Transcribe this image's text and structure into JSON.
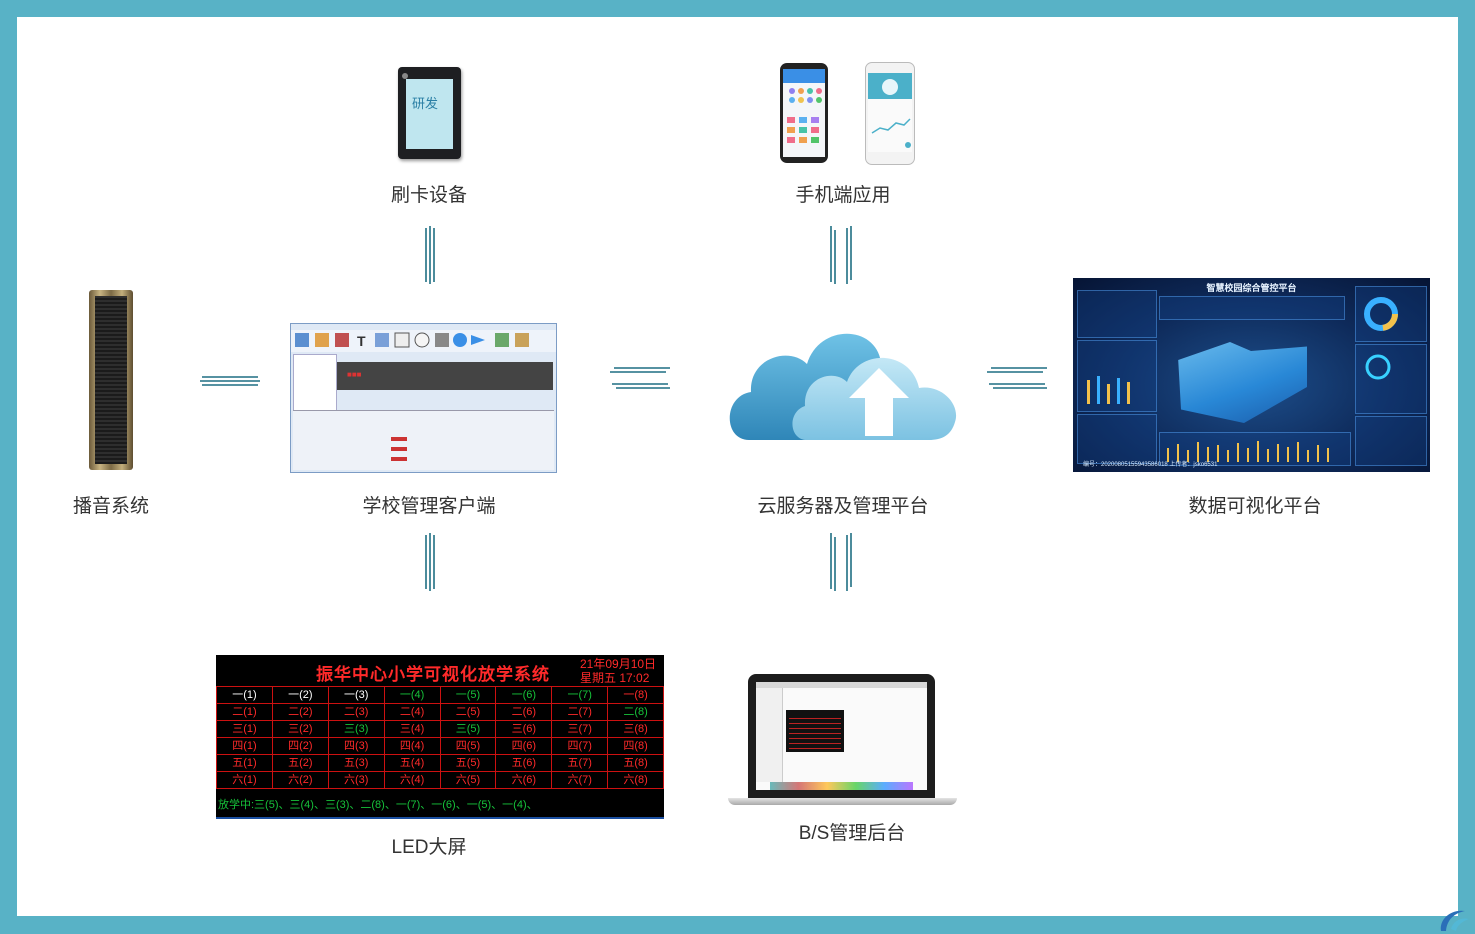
{
  "nodes": {
    "card_reader": {
      "label": "刷卡设备",
      "screen_text": "研发"
    },
    "mobile_app": {
      "label": "手机端应用"
    },
    "speaker": {
      "label": "播音系统"
    },
    "client": {
      "label": "学校管理客户端"
    },
    "cloud": {
      "label": "云服务器及管理平台"
    },
    "dashboard": {
      "label": "数据可视化平台",
      "title": "智慧校园综合管控平台",
      "footer": "编号：20200805155943586018  上传者：jsko6531"
    },
    "led": {
      "label": "LED大屏"
    },
    "bs": {
      "label": "B/S管理后台"
    }
  },
  "led_board": {
    "title": "振华中心小学可视化放学系统",
    "date": "21年09月10日",
    "weekday_time": "星期五  17:02",
    "rows": [
      [
        {
          "t": "一(1)",
          "c": "w"
        },
        {
          "t": "一(2)",
          "c": "w"
        },
        {
          "t": "一(3)",
          "c": "w"
        },
        {
          "t": "一(4)",
          "c": "g"
        },
        {
          "t": "一(5)",
          "c": "g"
        },
        {
          "t": "一(6)",
          "c": "g"
        },
        {
          "t": "一(7)",
          "c": "g"
        },
        {
          "t": "一(8)",
          "c": "r"
        }
      ],
      [
        {
          "t": "二(1)",
          "c": "r"
        },
        {
          "t": "二(2)",
          "c": "r"
        },
        {
          "t": "二(3)",
          "c": "r"
        },
        {
          "t": "二(4)",
          "c": "r"
        },
        {
          "t": "二(5)",
          "c": "r"
        },
        {
          "t": "二(6)",
          "c": "r"
        },
        {
          "t": "二(7)",
          "c": "r"
        },
        {
          "t": "二(8)",
          "c": "g"
        }
      ],
      [
        {
          "t": "三(1)",
          "c": "r"
        },
        {
          "t": "三(2)",
          "c": "r"
        },
        {
          "t": "三(3)",
          "c": "g"
        },
        {
          "t": "三(4)",
          "c": "r"
        },
        {
          "t": "三(5)",
          "c": "g"
        },
        {
          "t": "三(6)",
          "c": "r"
        },
        {
          "t": "三(7)",
          "c": "r"
        },
        {
          "t": "三(8)",
          "c": "r"
        }
      ],
      [
        {
          "t": "四(1)",
          "c": "r"
        },
        {
          "t": "四(2)",
          "c": "r"
        },
        {
          "t": "四(3)",
          "c": "r"
        },
        {
          "t": "四(4)",
          "c": "r"
        },
        {
          "t": "四(5)",
          "c": "r"
        },
        {
          "t": "四(6)",
          "c": "r"
        },
        {
          "t": "四(7)",
          "c": "r"
        },
        {
          "t": "四(8)",
          "c": "r"
        }
      ],
      [
        {
          "t": "五(1)",
          "c": "r"
        },
        {
          "t": "五(2)",
          "c": "r"
        },
        {
          "t": "五(3)",
          "c": "r"
        },
        {
          "t": "五(4)",
          "c": "r"
        },
        {
          "t": "五(5)",
          "c": "r"
        },
        {
          "t": "五(6)",
          "c": "r"
        },
        {
          "t": "五(7)",
          "c": "r"
        },
        {
          "t": "五(8)",
          "c": "r"
        }
      ],
      [
        {
          "t": "六(1)",
          "c": "r"
        },
        {
          "t": "六(2)",
          "c": "r"
        },
        {
          "t": "六(3)",
          "c": "r"
        },
        {
          "t": "六(4)",
          "c": "r"
        },
        {
          "t": "六(5)",
          "c": "r"
        },
        {
          "t": "六(6)",
          "c": "r"
        },
        {
          "t": "六(7)",
          "c": "r"
        },
        {
          "t": "六(8)",
          "c": "r"
        }
      ]
    ],
    "footer": "放学中:三(5)、三(4)、三(3)、二(8)、一(7)、一(6)、一(5)、一(4)、"
  },
  "colors": {
    "frame": "#58b2c6",
    "arrow": "#1f6f84",
    "led_red": "#ff2a2a",
    "led_green": "#16c23a"
  }
}
